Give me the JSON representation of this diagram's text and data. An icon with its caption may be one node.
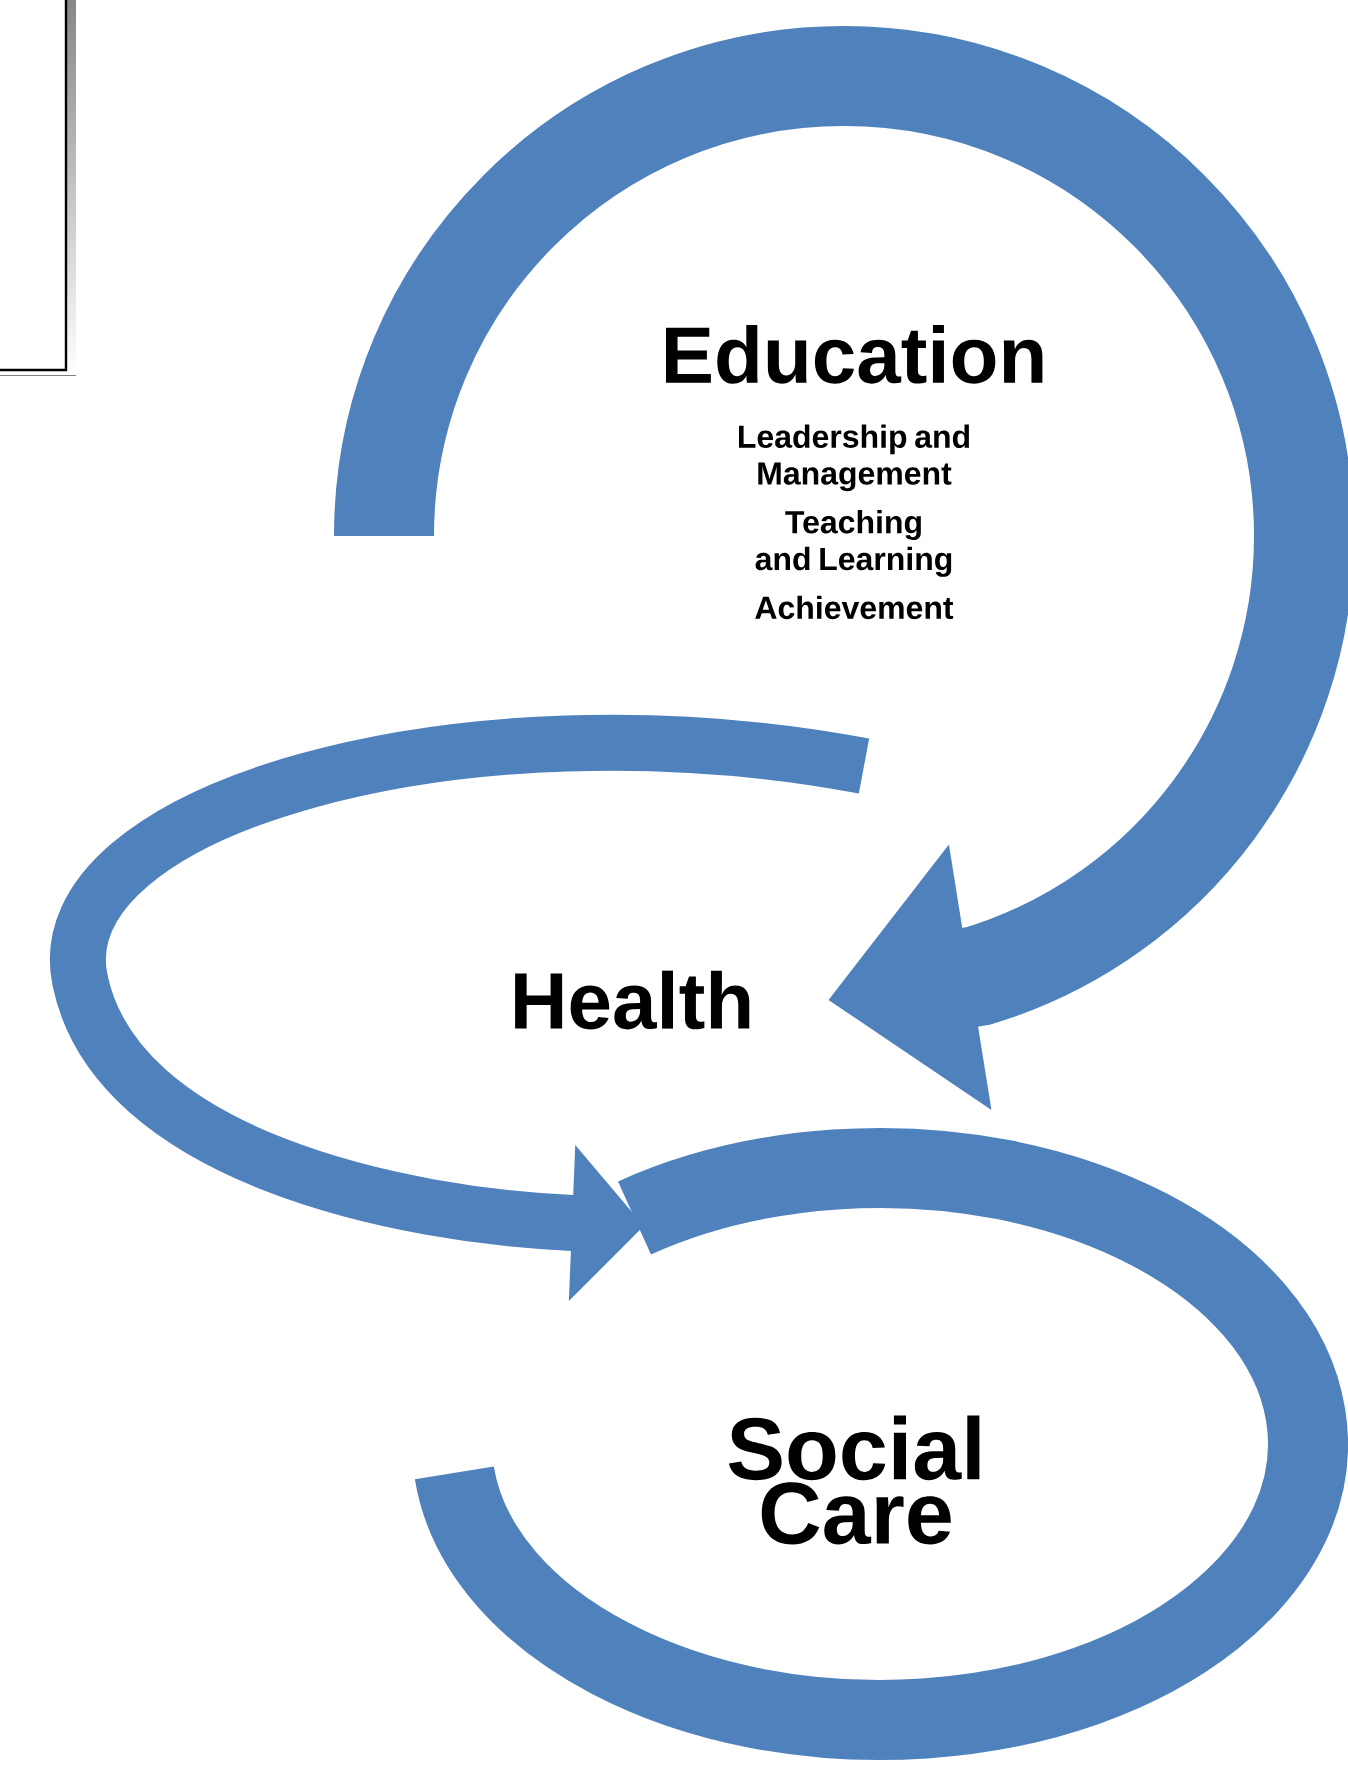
{
  "diagram": {
    "nodes": [
      {
        "text": [],
        "shape": "box"
      },
      {
        "text": [
          "Education",
          "Leadership and Management",
          "Teaching and Learning",
          "Achievement"
        ]
      },
      {
        "text": [
          "Health"
        ]
      },
      {
        "text": [
          "Social Care"
        ]
      }
    ],
    "edges": [
      {
        "from": null,
        "to": 2,
        "arrow": "to"
      },
      {
        "from": null,
        "to": 3,
        "arrow": "to"
      }
    ]
  }
}
